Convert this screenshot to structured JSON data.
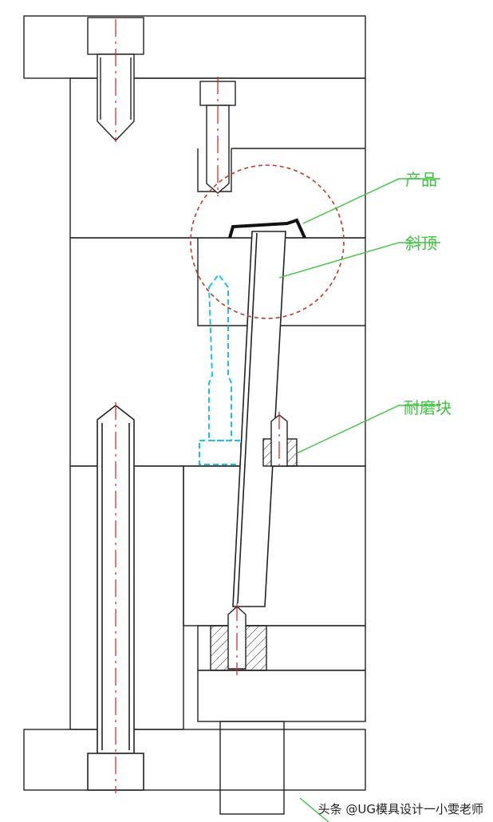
{
  "labels": {
    "product": "产品",
    "lifter": "斜顶",
    "wear_block": "耐磨块"
  },
  "watermark": {
    "text": "头条 @UG模具设计一小雯老师"
  },
  "colors": {
    "outline": "#222222",
    "centerline": "#d61f1f",
    "highlight_circle": "#c0392b",
    "callout": "#3ec43e",
    "hidden_part": "#18c3e6"
  }
}
